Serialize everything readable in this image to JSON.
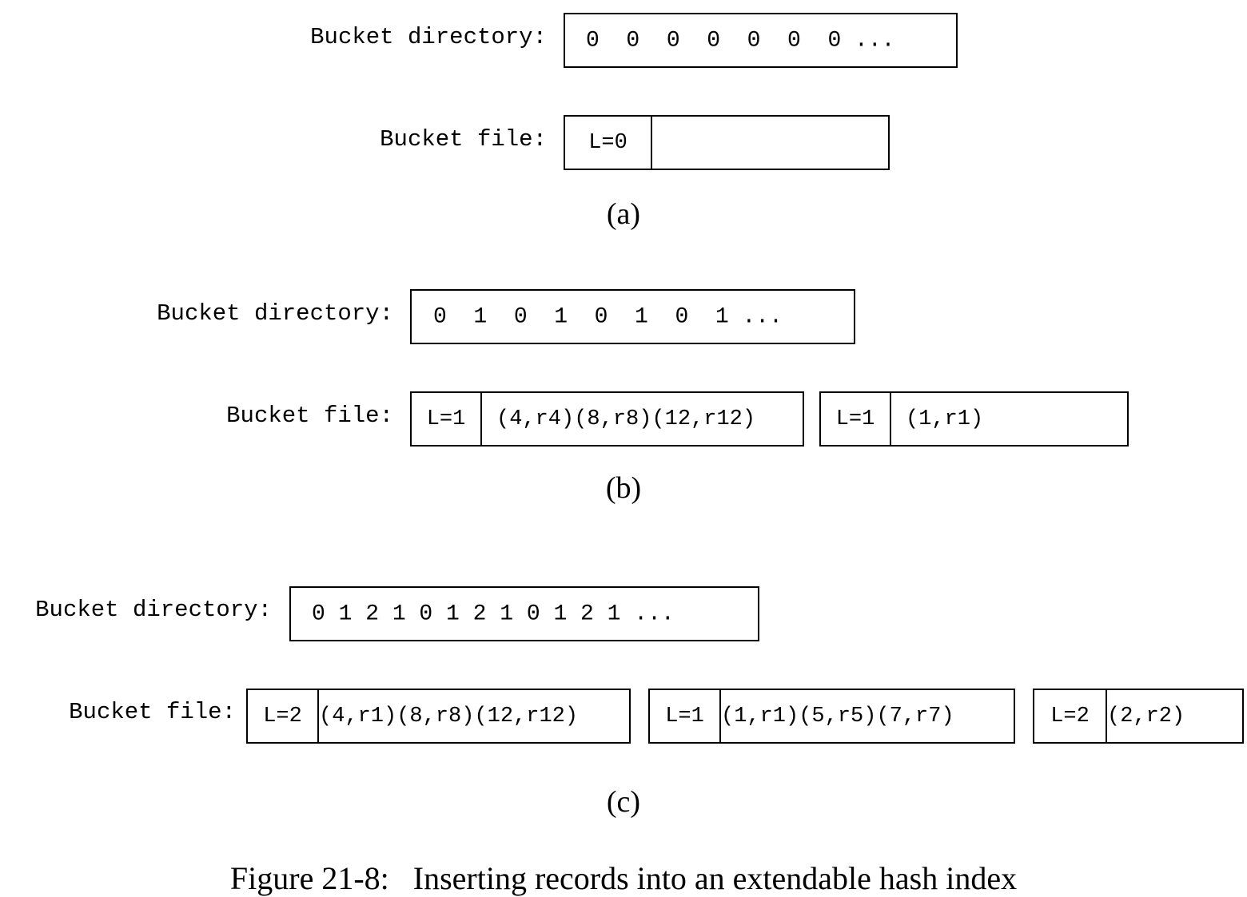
{
  "labels": {
    "directory": "Bucket directory:",
    "file": "Bucket file:"
  },
  "parts": [
    {
      "tag": "(a)",
      "directory": "0  0  0  0  0  0  0 ...",
      "buckets": [
        {
          "level": "L=0",
          "records": ""
        }
      ]
    },
    {
      "tag": "(b)",
      "directory": "0  1  0  1  0  1  0  1 ...",
      "buckets": [
        {
          "level": "L=1",
          "records": "(4,r4)(8,r8)(12,r12)"
        },
        {
          "level": "L=1",
          "records": "(1,r1)"
        }
      ]
    },
    {
      "tag": "(c)",
      "directory": "0 1 2 1 0 1 2 1 0 1 2 1 ...",
      "buckets": [
        {
          "level": "L=2",
          "records": "(4,r1)(8,r8)(12,r12)"
        },
        {
          "level": "L=1",
          "records": "(1,r1)(5,r5)(7,r7)"
        },
        {
          "level": "L=2",
          "records": "(2,r2)"
        }
      ]
    }
  ],
  "caption": "Figure 21-8:   Inserting records into an extendable hash index"
}
